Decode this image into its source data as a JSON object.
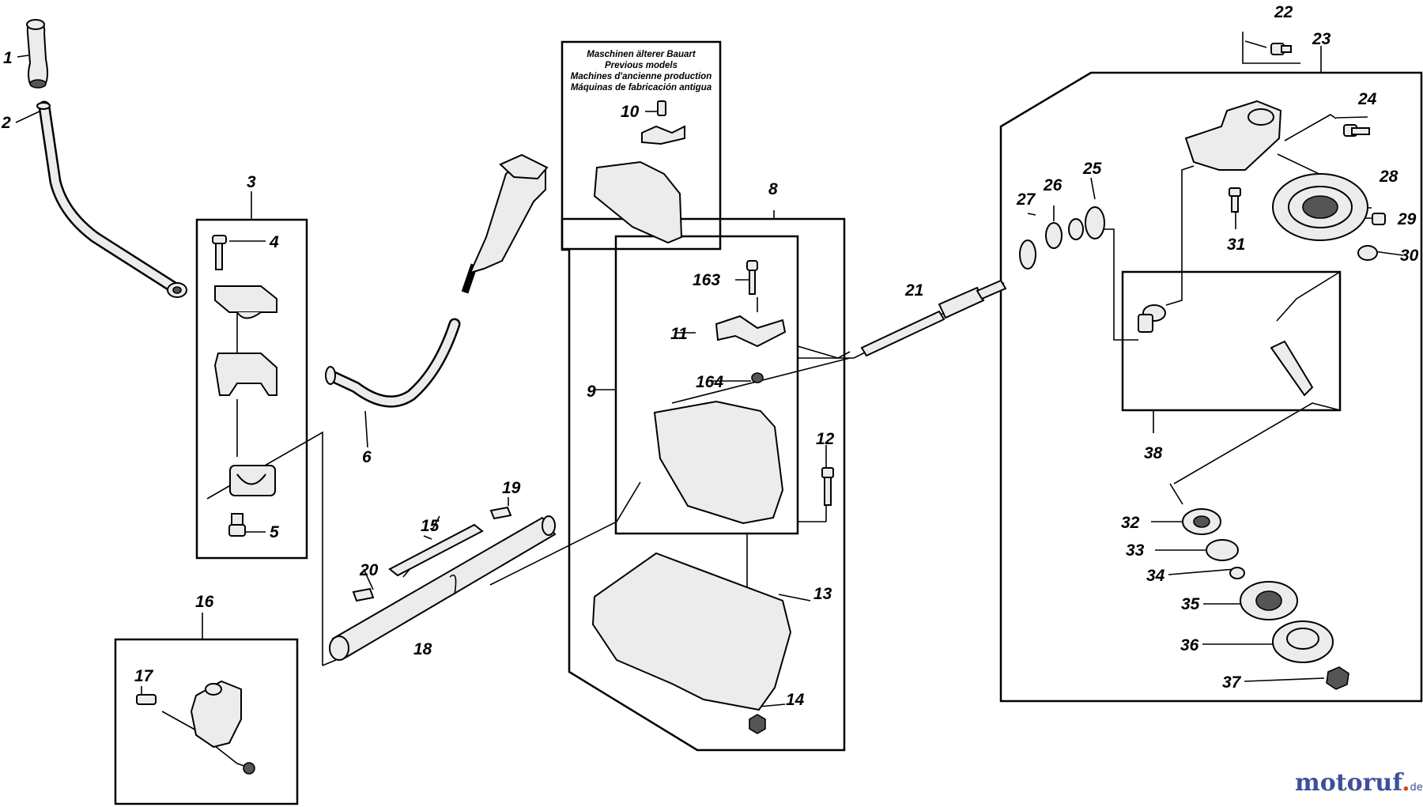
{
  "diagram": {
    "callouts": {
      "c1": "1",
      "c2": "2",
      "c3": "3",
      "c4": "4",
      "c5": "5",
      "c6": "6",
      "c8": "8",
      "c9": "9",
      "c10": "10",
      "c11": "11",
      "c12": "12",
      "c13": "13",
      "c14": "14",
      "c15": "15",
      "c16": "16",
      "c17": "17",
      "c18": "18",
      "c19": "19",
      "c20": "20",
      "c21": "21",
      "c22": "22",
      "c23": "23",
      "c24": "24",
      "c25": "25",
      "c26": "26",
      "c27": "27",
      "c28": "28",
      "c29": "29",
      "c30": "30",
      "c31": "31",
      "c32": "32",
      "c33": "33",
      "c34": "34",
      "c35": "35",
      "c36": "36",
      "c37": "37",
      "c38": "38",
      "c163": "163",
      "c164": "164"
    },
    "older_models_note": [
      "Maschinen älterer Bauart",
      "Previous models",
      "Machines d'ancienne production",
      "Máquinas de fabricación antigua"
    ]
  },
  "watermark": {
    "brand_main": "motoruf",
    "brand_dot": ".",
    "brand_tld": "de"
  },
  "colors": {
    "ink": "#000000",
    "watermark_blue": "#3f4f9a",
    "watermark_orange": "#d8461c"
  }
}
